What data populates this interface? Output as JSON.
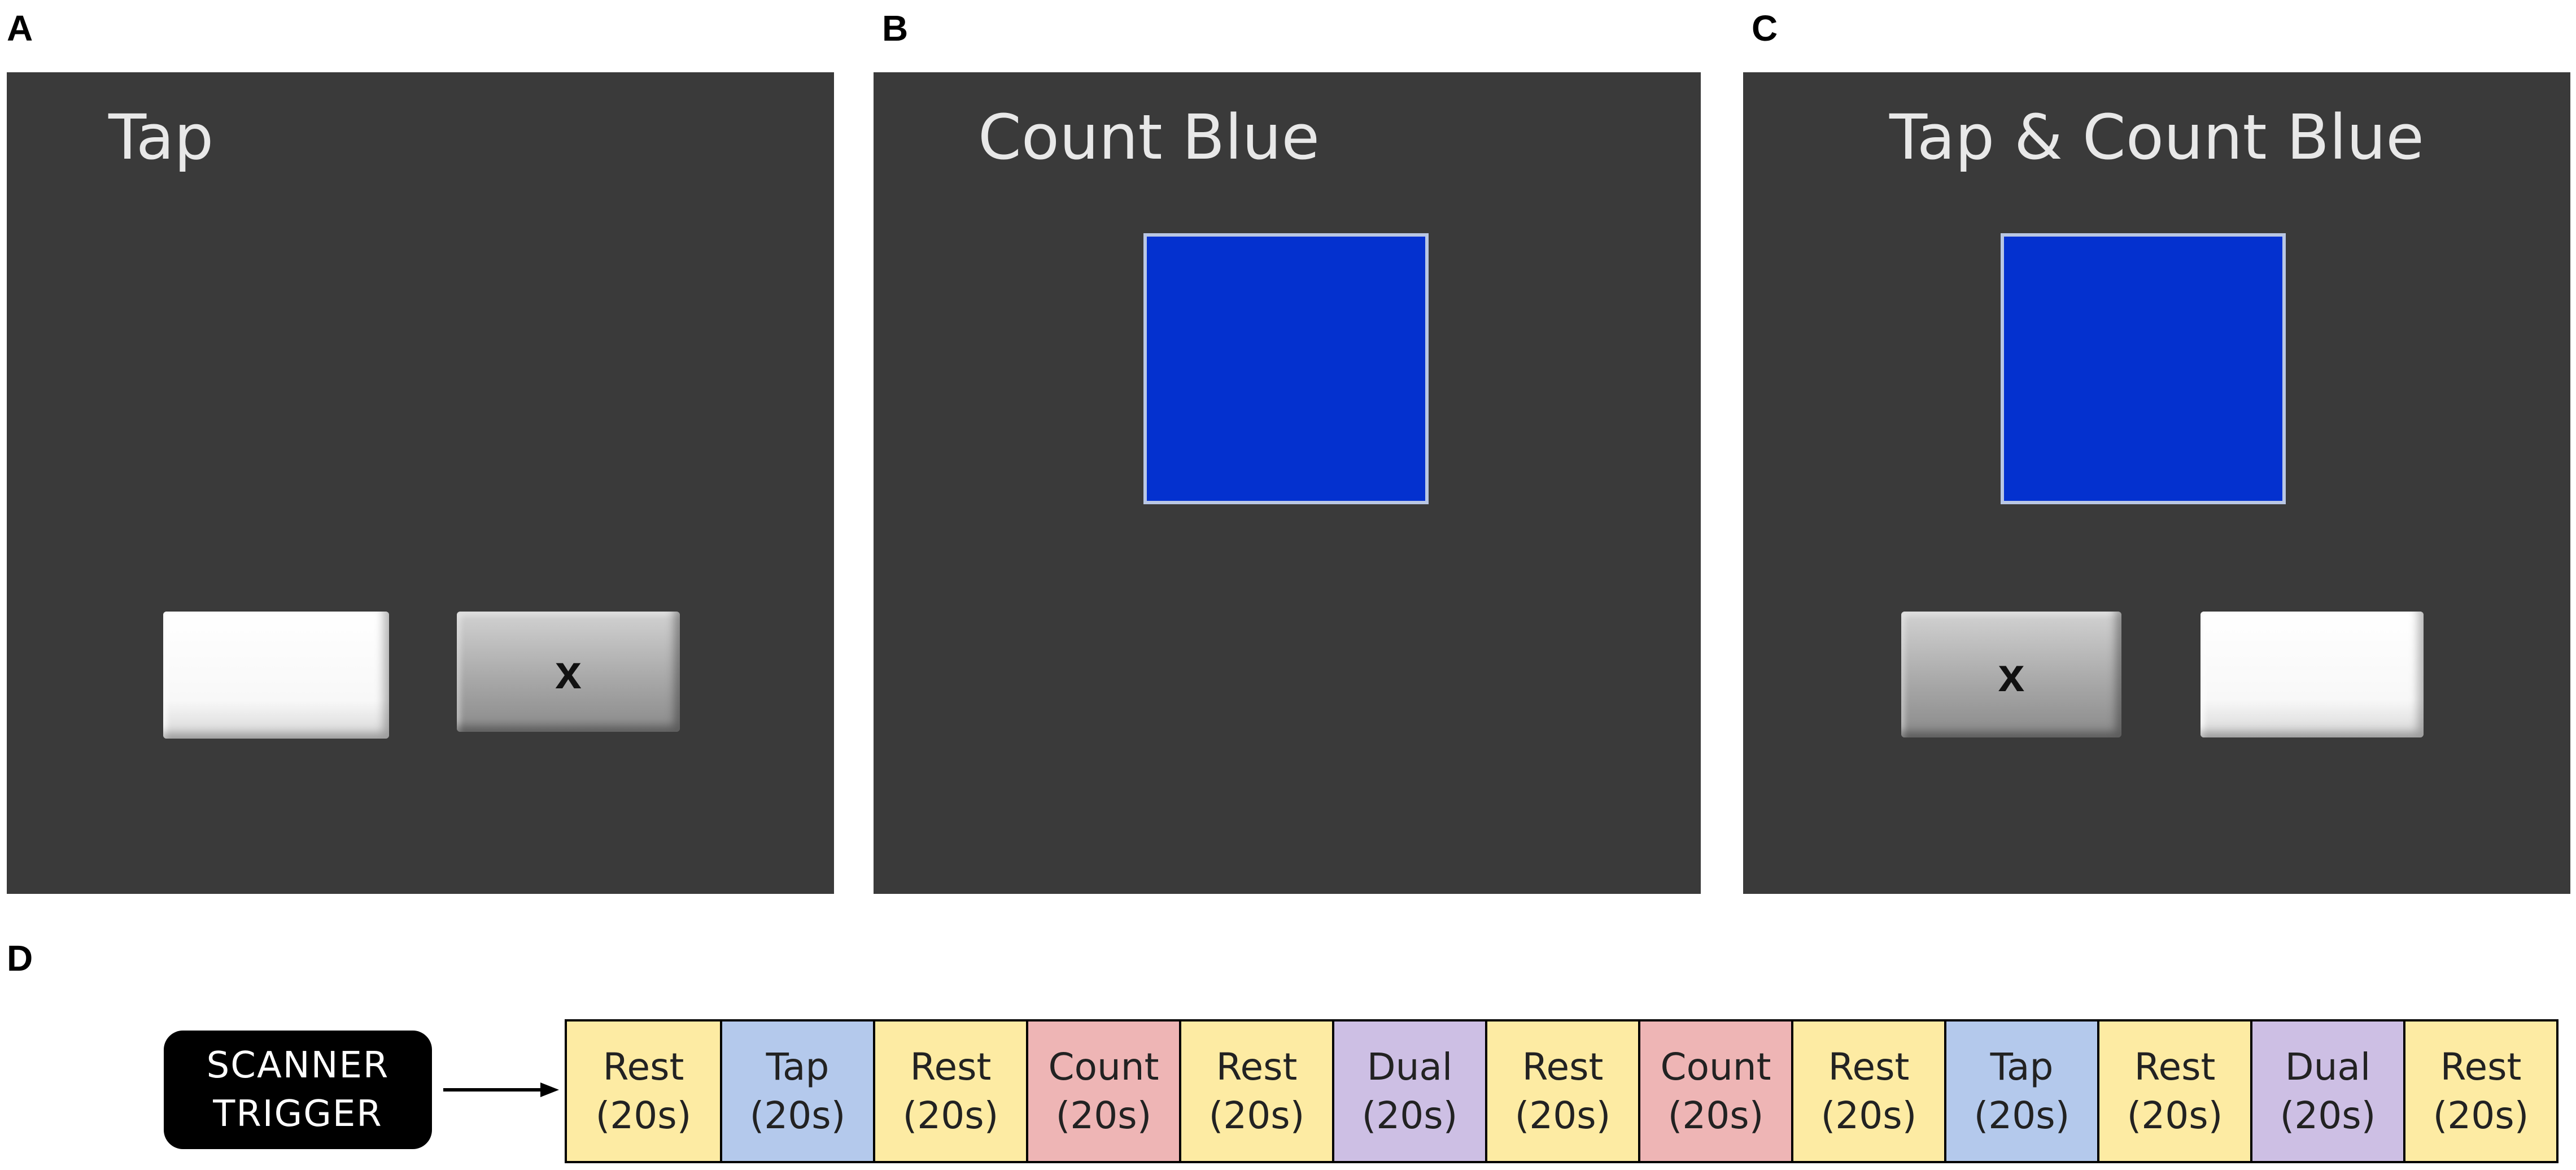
{
  "panels": [
    {
      "letter": "A",
      "title": "Tap",
      "buttons": [
        {
          "color": "white",
          "label": ""
        },
        {
          "color": "gray",
          "label": "x"
        }
      ],
      "has_square": false
    },
    {
      "letter": "B",
      "title": "Count Blue",
      "has_square": true,
      "square_color": "#0431cf"
    },
    {
      "letter": "C",
      "title": "Tap & Count Blue",
      "has_square": true,
      "square_color": "#0431cf",
      "buttons": [
        {
          "color": "gray",
          "label": "x"
        },
        {
          "color": "white",
          "label": ""
        }
      ]
    }
  ],
  "sequence": {
    "letter": "D",
    "trigger_line1": "SCANNER",
    "trigger_line2": "TRIGGER",
    "blocks": [
      {
        "label": "Rest",
        "duration": "(20s)",
        "color": "#fdeba3"
      },
      {
        "label": "Tap",
        "duration": "(20s)",
        "color": "#b4c9ec"
      },
      {
        "label": "Rest",
        "duration": "(20s)",
        "color": "#fdeba3"
      },
      {
        "label": "Count",
        "duration": "(20s)",
        "color": "#eeb5b5"
      },
      {
        "label": "Rest",
        "duration": "(20s)",
        "color": "#fdeba3"
      },
      {
        "label": "Dual",
        "duration": "(20s)",
        "color": "#cdbfe4"
      },
      {
        "label": "Rest",
        "duration": "(20s)",
        "color": "#fdeba3"
      },
      {
        "label": "Count",
        "duration": "(20s)",
        "color": "#eeb5b5"
      },
      {
        "label": "Rest",
        "duration": "(20s)",
        "color": "#fdeba3"
      },
      {
        "label": "Tap",
        "duration": "(20s)",
        "color": "#b4c9ec"
      },
      {
        "label": "Rest",
        "duration": "(20s)",
        "color": "#fdeba3"
      },
      {
        "label": "Dual",
        "duration": "(20s)",
        "color": "#cdbfe4"
      },
      {
        "label": "Rest",
        "duration": "(20s)",
        "color": "#fdeba3"
      }
    ]
  }
}
